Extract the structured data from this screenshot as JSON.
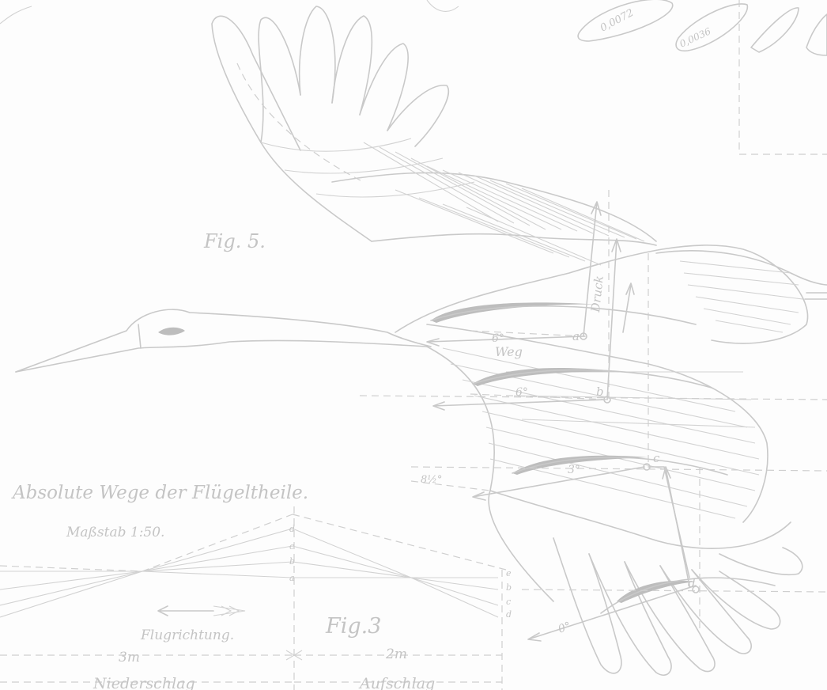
{
  "figure_labels": {
    "fig5": "Fig. 5.",
    "fig3": "Fig.3",
    "title": "Absolute Wege der Flügeltheile.",
    "scale": "Maßstab 1:50."
  },
  "annotations": {
    "druck": "Druck",
    "weg": "Weg",
    "angle_a": "6°",
    "angle_b": "6°",
    "angle_c": "3°",
    "angle_c2": "8½°",
    "angle_d": "0°",
    "pt_a": "a",
    "pt_b": "b",
    "pt_c": "c",
    "pt_d": "d",
    "top_val1": "0,0072",
    "top_val2": "0,0036"
  },
  "fig3": {
    "flight_direction": "Flugrichtung.",
    "dist_left": "3m",
    "dist_right": "2m",
    "stroke_down": "Niederschlag",
    "stroke_up": "Aufschlag",
    "mid_letters": [
      "d",
      "c",
      "b",
      "a"
    ],
    "right_letters": [
      "e",
      "b",
      "c",
      "d"
    ]
  },
  "colors": {
    "ink": "#c9c9c9",
    "background": "#fdfdfd"
  }
}
